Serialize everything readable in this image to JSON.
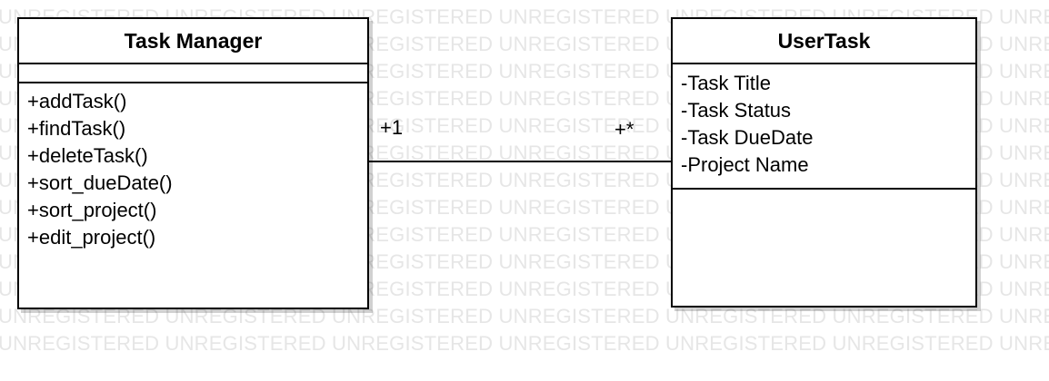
{
  "watermark": {
    "text": "UNREGISTERED UNREGISTERED UNREGISTERED UNREGISTERED UNREGISTERED UNREGISTERED UNREGISTERED"
  },
  "classes": {
    "task_manager": {
      "name": "Task Manager",
      "operations": [
        "+addTask()",
        "+findTask()",
        "+deleteTask()",
        "+sort_dueDate()",
        "+sort_project()",
        "+edit_project()"
      ]
    },
    "user_task": {
      "name": "UserTask",
      "attributes": [
        "-Task Title",
        "-Task Status",
        "-Task DueDate",
        "-Project Name"
      ]
    }
  },
  "association": {
    "left_multiplicity": "+1",
    "right_multiplicity": "+*"
  }
}
